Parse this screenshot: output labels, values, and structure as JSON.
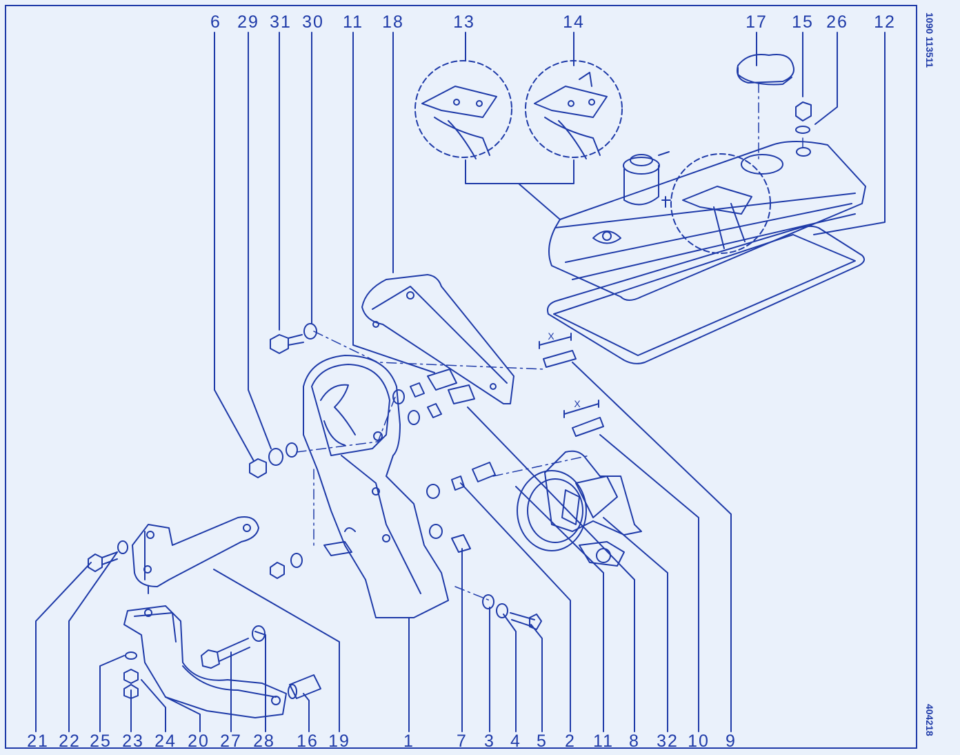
{
  "colors": {
    "ink": "#1e3aa8",
    "paper": "#eaf1fb"
  },
  "side_text": {
    "top": "1090  113511",
    "bottom": "404218"
  },
  "labels_top": [
    "6",
    "29",
    "31",
    "30",
    "11",
    "18",
    "13",
    "14",
    "17",
    "15",
    "26",
    "12"
  ],
  "labels_bottom": [
    "21",
    "22",
    "25",
    "23",
    "24",
    "20",
    "27",
    "28",
    "16",
    "19",
    "1",
    "7",
    "3",
    "4",
    "5",
    "2",
    "11",
    "8",
    "32",
    "10",
    "9"
  ],
  "dimension_marks": [
    "X",
    "X"
  ]
}
